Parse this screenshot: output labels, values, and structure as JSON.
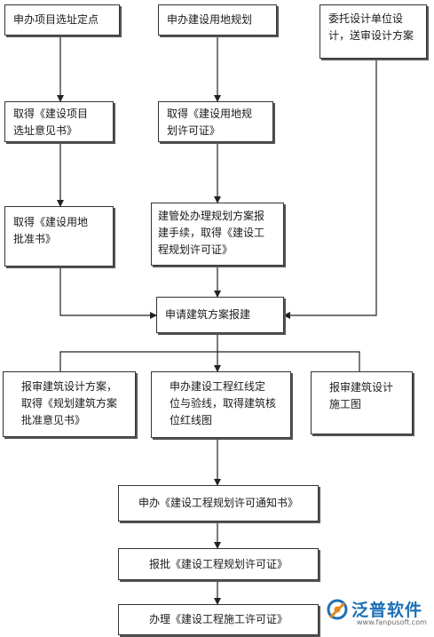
{
  "boxes": {
    "apply_site": [
      "申办项目选址定点"
    ],
    "apply_land_plan": [
      "申办建设用地规划"
    ],
    "entrust_design": [
      "委托设计单位设",
      "计，送审设计方案"
    ],
    "site_opinion": [
      "取得《建设项目",
      "选址意见书》"
    ],
    "land_plan_permit": [
      "取得《建设用地规",
      "划许可证》"
    ],
    "land_approval": [
      "取得《建设用地",
      "批准书》"
    ],
    "planning_permit_proc": [
      "建管处办理规划方案报",
      "建手续，取得《建设工",
      "程规划许可证》"
    ],
    "apply_scheme": [
      "申请建筑方案报建"
    ],
    "review_scheme": [
      "报审建筑设计方案，",
      "取得《规划建筑方案",
      "批准意见书》"
    ],
    "red_line": [
      "申办建设工程红线定",
      "位与验线，取得建筑核",
      "位红线图"
    ],
    "review_construction_design": [
      "报审建筑设计",
      "施工图"
    ],
    "apply_notice": [
      "申办《建设工程规划许可通知书》"
    ],
    "approve_permit": [
      "报批《建设工程规划许可证》"
    ],
    "construction_permit": [
      "办理《建设工程施工许可证》"
    ]
  },
  "logo": {
    "text": "泛普软件",
    "url": "www.fanpusoft.com",
    "color": "#1c6fb5"
  }
}
